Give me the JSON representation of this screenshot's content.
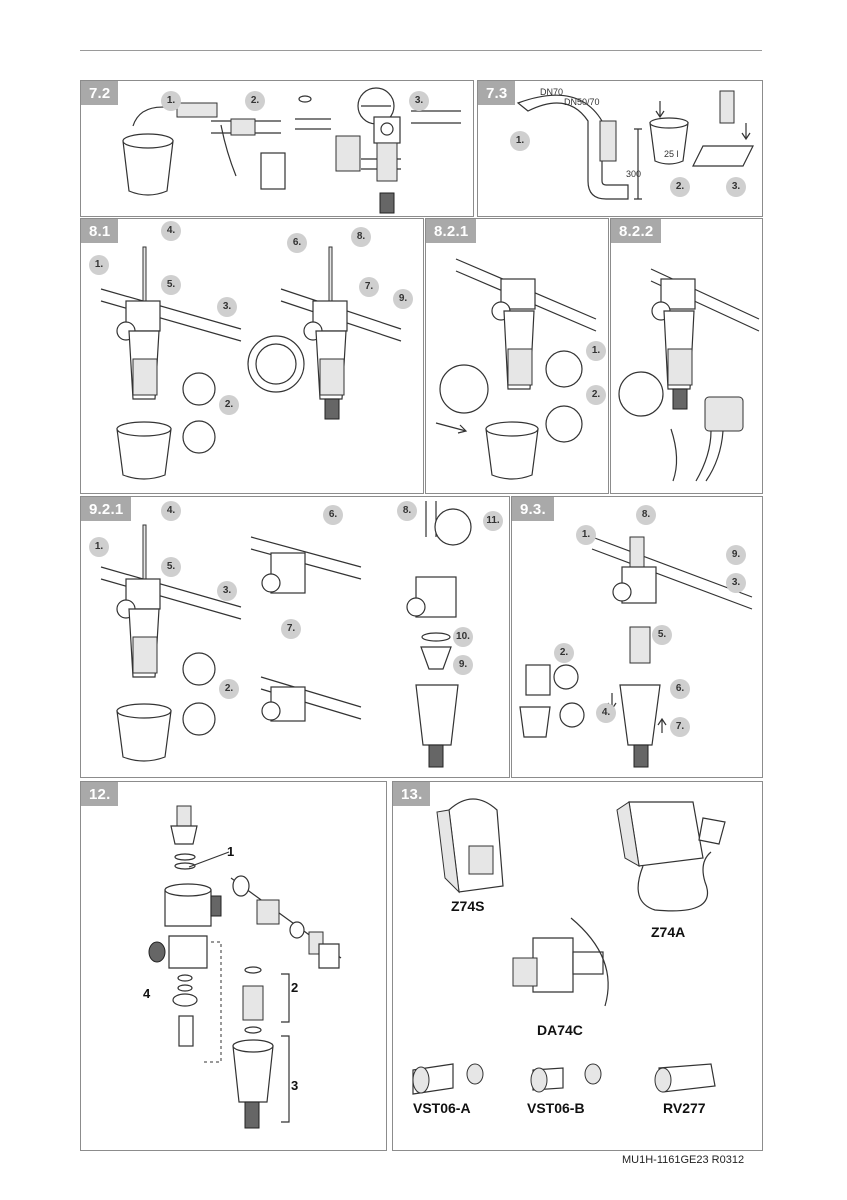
{
  "panels": {
    "p72": {
      "tag": "7.2",
      "steps": [
        "1.",
        "2.",
        "3."
      ]
    },
    "p73": {
      "tag": "7.3",
      "steps": [
        "1.",
        "2.",
        "3."
      ],
      "dn70": "DN70",
      "dn5070": "DN50/70",
      "dim300": "300",
      "vol": "25 l"
    },
    "p81": {
      "tag": "8.1",
      "steps": [
        "4.",
        "1.",
        "5.",
        "3.",
        "2.",
        "6.",
        "8.",
        "7.",
        "9."
      ]
    },
    "p821": {
      "tag": "8.2.1",
      "steps": [
        "1.",
        "2."
      ]
    },
    "p822": {
      "tag": "8.2.2"
    },
    "p921": {
      "tag": "9.2.1",
      "steps": [
        "4.",
        "1.",
        "5.",
        "3.",
        "2.",
        "6.",
        "7.",
        "8.",
        "11.",
        "10.",
        "9."
      ]
    },
    "p93": {
      "tag": "9.3.",
      "steps": [
        "8.",
        "1.",
        "9.",
        "3.",
        "5.",
        "2.",
        "6.",
        "4.",
        "7."
      ]
    },
    "p12": {
      "tag": "12.",
      "parts": [
        "1",
        "2",
        "3",
        "4"
      ]
    },
    "p13": {
      "tag": "13.",
      "labels": [
        "Z74S",
        "Z74A",
        "DA74C",
        "VST06-A",
        "VST06-B",
        "RV277"
      ]
    }
  },
  "footer": "MU1H-1161GE23 R0312"
}
